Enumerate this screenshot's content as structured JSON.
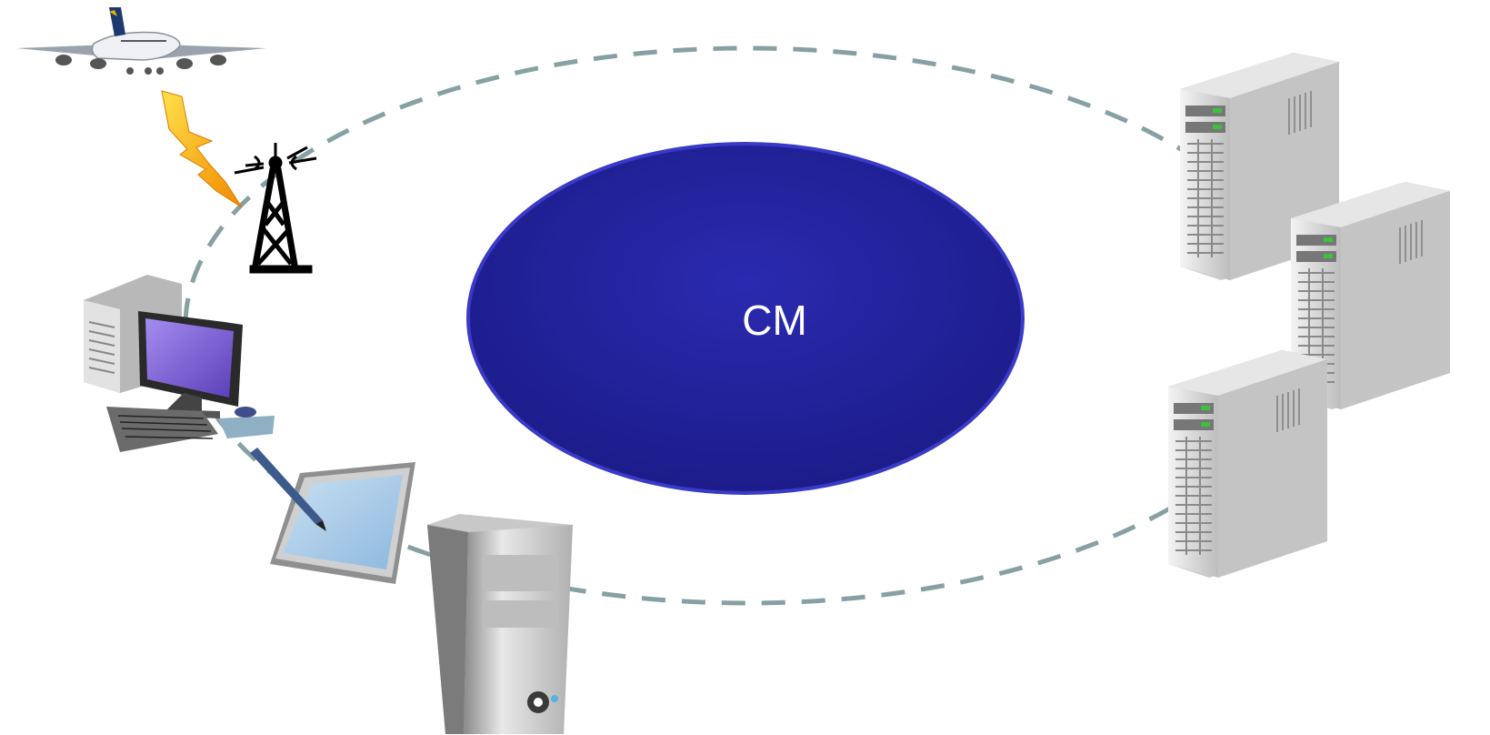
{
  "diagram": {
    "center_label": "CM",
    "colors": {
      "center_fill": "#22229a",
      "center_edge": "#3a3ac8",
      "ring_dash": "#86a0a3",
      "background": "#ffffff"
    },
    "nodes": [
      {
        "id": "airplane",
        "icon": "airplane-icon"
      },
      {
        "id": "lightning",
        "icon": "lightning-bolt-icon"
      },
      {
        "id": "radio-tower",
        "icon": "radio-tower-icon"
      },
      {
        "id": "workstation",
        "icon": "desktop-computer-icon"
      },
      {
        "id": "tablet",
        "icon": "pen-tablet-icon"
      },
      {
        "id": "pc-tower",
        "icon": "pc-tower-icon"
      },
      {
        "id": "server-1",
        "icon": "server-icon"
      },
      {
        "id": "server-2",
        "icon": "server-icon"
      },
      {
        "id": "server-3",
        "icon": "server-icon"
      }
    ]
  }
}
